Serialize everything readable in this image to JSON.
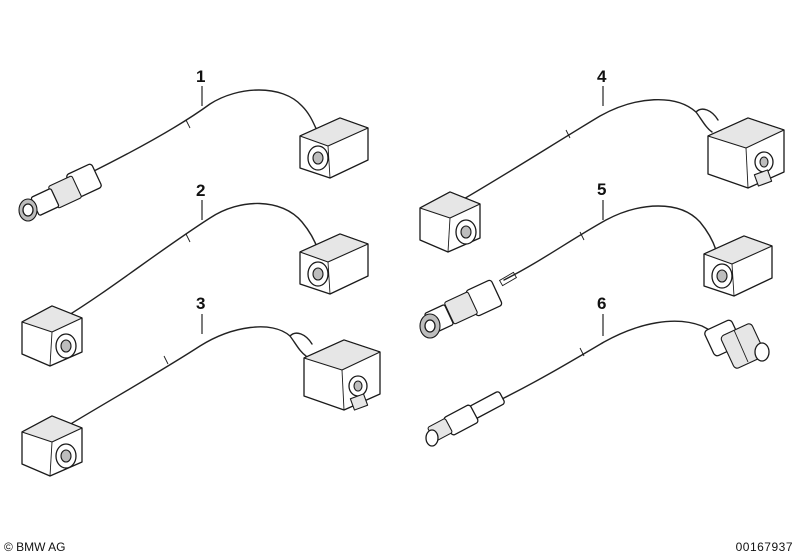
{
  "callouts": {
    "c1": "1",
    "c2": "2",
    "c3": "3",
    "c4": "4",
    "c5": "5",
    "c6": "6"
  },
  "footer": {
    "copyright": "© BMW AG",
    "image_number": "00167937"
  }
}
